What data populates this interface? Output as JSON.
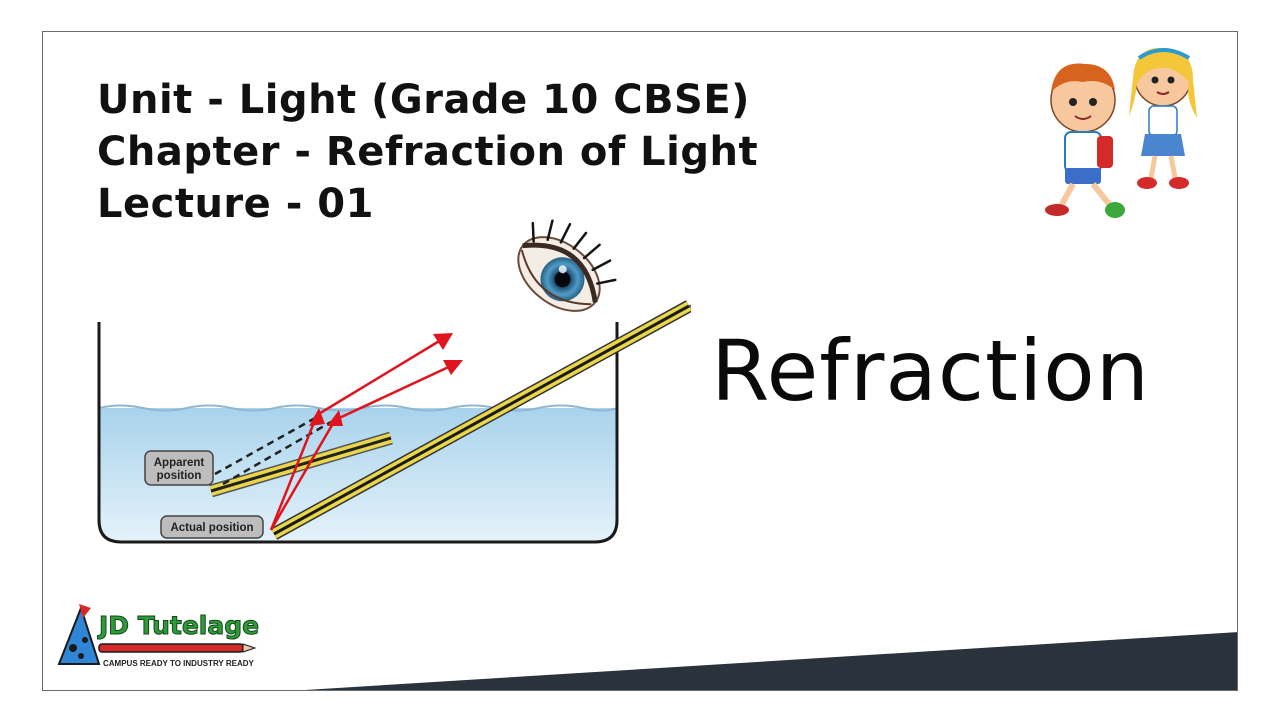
{
  "heading": {
    "line1": "Unit - Light (Grade 10 CBSE)",
    "line2": "Chapter - Refraction of Light",
    "line3": "Lecture - 01"
  },
  "topic": "Refraction",
  "diagram": {
    "apparent_label_1": "Apparent",
    "apparent_label_2": "position",
    "actual_label": "Actual position"
  },
  "logo": {
    "brand": "JD Tutelage",
    "tagline": "CAMPUS READY TO INDUSTRY READY"
  },
  "colors": {
    "water": "#bfe0f2",
    "ray": "#e0141e",
    "pencil_body": "#e9d64a",
    "band": "#2a323c"
  }
}
